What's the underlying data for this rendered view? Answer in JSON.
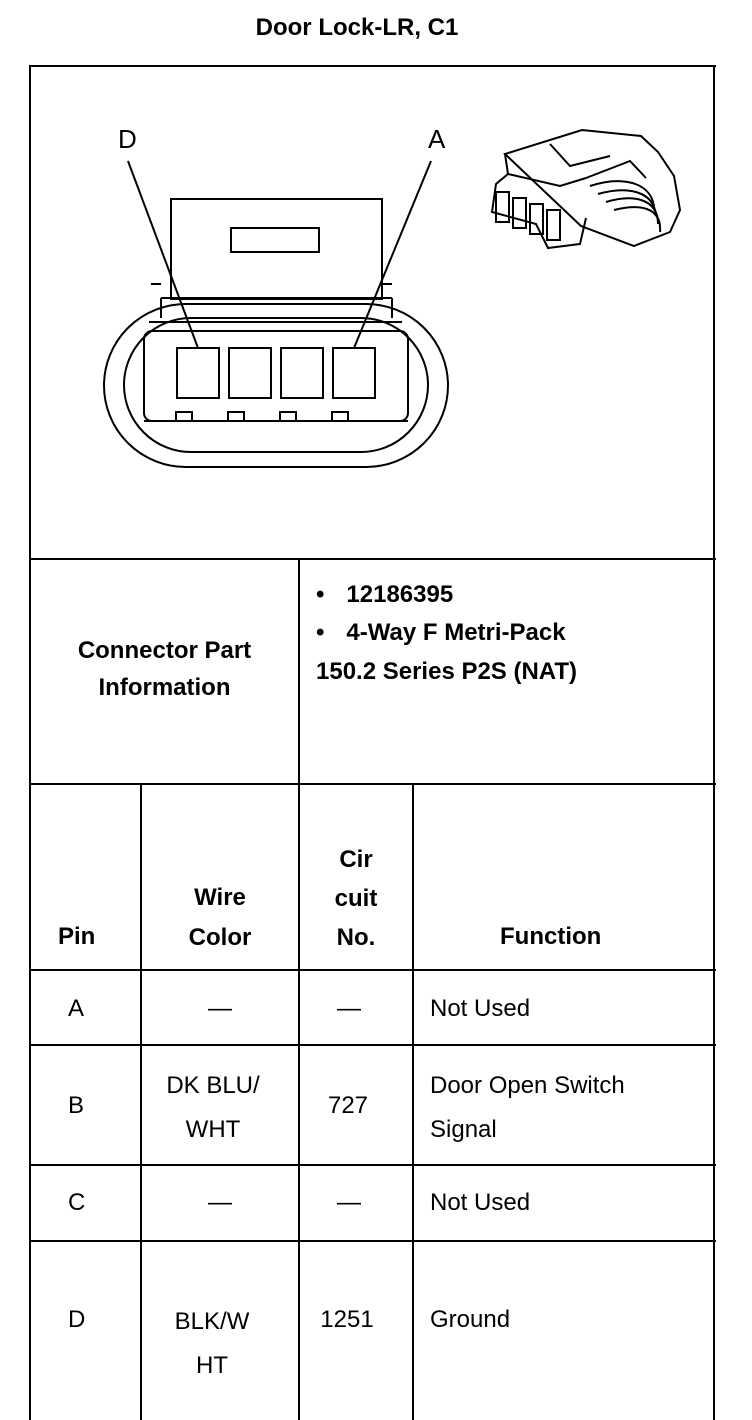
{
  "title": "Door Lock-LR, C1",
  "diagram": {
    "label_d": "D",
    "label_a": "A"
  },
  "connector_info": {
    "label_line1": "Connector Part",
    "label_line2": "Information",
    "bullet_char": "•",
    "part_number": "12186395",
    "description_line1": "4-Way F Metri-Pack",
    "description_line2": "150.2 Series P2S (NAT)"
  },
  "table": {
    "headers": {
      "pin": "Pin",
      "wire_color_line1": "Wire",
      "wire_color_line2": "Color",
      "circuit_line1": "Cir",
      "circuit_line2": "cuit",
      "circuit_line3": "No.",
      "function": "Function"
    },
    "rows": [
      {
        "pin": "A",
        "wire_l1": "—",
        "wire_l2": "",
        "circuit": "—",
        "func_l1": "Not Used",
        "func_l2": ""
      },
      {
        "pin": "B",
        "wire_l1": "DK BLU/",
        "wire_l2": "WHT",
        "circuit": "727",
        "func_l1": "Door Open Switch",
        "func_l2": "Signal"
      },
      {
        "pin": "C",
        "wire_l1": "—",
        "wire_l2": "",
        "circuit": "—",
        "func_l1": "Not Used",
        "func_l2": ""
      },
      {
        "pin": "D",
        "wire_l1": "BLK/W",
        "wire_l2": "HT",
        "circuit": "1251",
        "func_l1": "Ground",
        "func_l2": ""
      }
    ]
  }
}
